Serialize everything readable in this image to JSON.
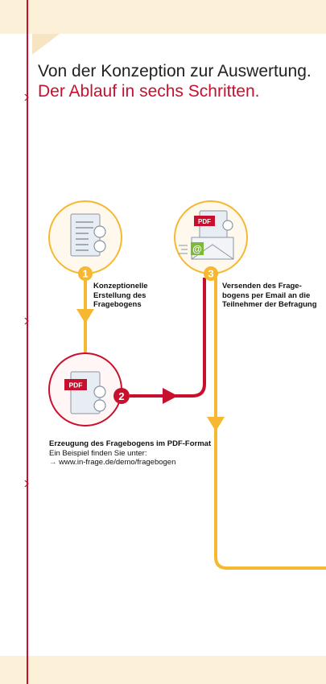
{
  "headline": {
    "line1": "Von der Konzeption zur Auswertung.",
    "line2": "Der Ablauf in sechs Schritten."
  },
  "steps": [
    {
      "number": "1",
      "icon": "document-icon",
      "lines": [
        "Konzeptionelle",
        "Erstellung des",
        "Fragebogens"
      ]
    },
    {
      "number": "2",
      "icon": "pdf-document-icon",
      "badge": "PDF",
      "title": "Erzeugung des Fragebogens im PDF-Format",
      "subtitle": "Ein Beispiel finden Sie unter:",
      "link_arrow": "→",
      "link": "www.in-frage.de/demo/fragebogen"
    },
    {
      "number": "3",
      "icon": "email-pdf-icon",
      "badge": "PDF",
      "lines": [
        "Versenden des Frage-",
        "bogens per Email an die",
        "Teilnehmer der Befragung"
      ]
    }
  ],
  "colors": {
    "accent_red": "#c8102e",
    "accent_yellow": "#f5b830",
    "band": "#fdf0d8"
  }
}
